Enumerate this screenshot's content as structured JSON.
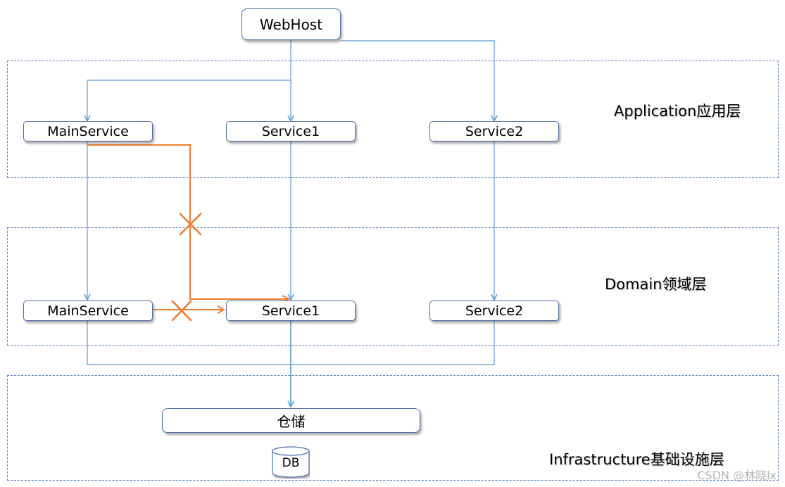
{
  "layers": {
    "application": "Application应用层",
    "domain": "Domain领域层",
    "infrastructure": "Infrastructure基础设施层"
  },
  "nodes": {
    "webhost": "WebHost",
    "app_main": "MainService",
    "app_s1": "Service1",
    "app_s2": "Service2",
    "dom_main": "MainService",
    "dom_s1": "Service1",
    "dom_s2": "Service2",
    "repo": "仓储",
    "db": "DB"
  },
  "watermark": "CSDN @林晓lx",
  "colors": {
    "connector": "#5b9bd5",
    "forbidden": "#ed7d31",
    "layer_border": "#5b7fbf",
    "box_border": "#4f6ea8"
  }
}
